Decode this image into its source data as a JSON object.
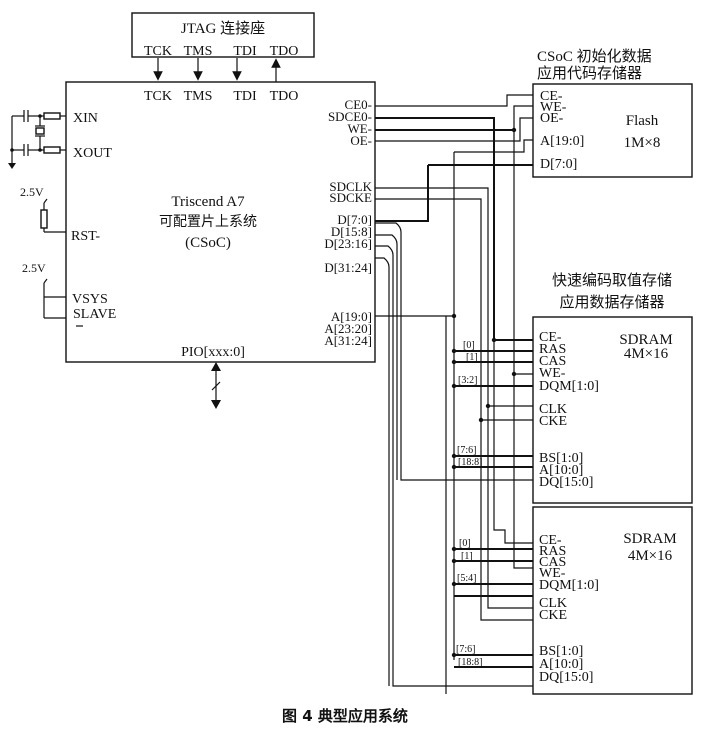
{
  "jtag": {
    "title": "JTAG 连接座",
    "pins": [
      "TCK",
      "TMS",
      "TDI",
      "TDO"
    ]
  },
  "csoc": {
    "name": "Triscend A7",
    "subtitle": "可配置片上系统",
    "abbr": "(CSoC)",
    "top_pins": [
      "TCK",
      "TMS",
      "TDI",
      "TDO"
    ],
    "left_pins": [
      "XIN",
      "XOUT",
      "RST-",
      "VSYS",
      "SLAVE"
    ],
    "right_pins": [
      "CE0-",
      "SDCE0-",
      "WE-",
      "OE-",
      "SDCLK",
      "SDCKE",
      "D[7:0]",
      "D[15:8]",
      "D[23:16]",
      "D[31:24]",
      "A[19:0]",
      "A[23:20]",
      "A[31:24]"
    ],
    "bottom_pin": "PIO[xxx:0]",
    "voltage_rst": "2.5V",
    "voltage_vsys": "2.5V"
  },
  "flash": {
    "heading_line1": "CSoC 初始化数据",
    "heading_line2": "应用代码存储器",
    "name": "Flash",
    "size": "1M×8",
    "pins": [
      "CE-",
      "WE-",
      "OE-",
      "A[19:0]",
      "D[7:0]"
    ]
  },
  "sdram_heading": {
    "line1": "快速编码取值存储",
    "line2": "应用数据存储器"
  },
  "sdram1": {
    "name": "SDRAM",
    "size": "4M×16",
    "pins": [
      "CE-",
      "RAS",
      "CAS",
      "WE-",
      "DQM[1:0]",
      "CLK",
      "CKE",
      "BS[1:0]",
      "A[10:0]",
      "DQ[15:0]"
    ],
    "bus_labels": [
      "[0]",
      "[1]",
      "[3:2]",
      "[7:6]",
      "[18:8]"
    ]
  },
  "sdram2": {
    "name": "SDRAM",
    "size": "4M×16",
    "pins": [
      "CE-",
      "RAS",
      "CAS",
      "WE-",
      "DQM[1:0]",
      "CLK",
      "CKE",
      "BS[1:0]",
      "A[10:0]",
      "DQ[15:0]"
    ],
    "bus_labels": [
      "[0]",
      "[1]",
      "[5:4]",
      "[7:6]",
      "[18:8]"
    ]
  },
  "caption": "图 4    典型应用系统"
}
